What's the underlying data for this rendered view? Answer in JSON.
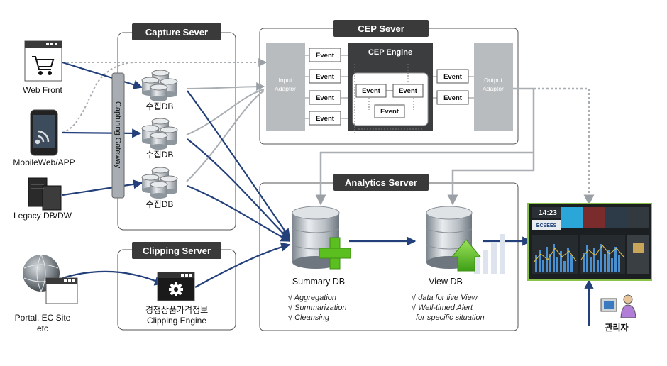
{
  "diagram": {
    "headers": {
      "capture": "Capture Sever",
      "cep": "CEP Sever",
      "cep_engine": "CEP Engine",
      "analytics": "Analytics Server",
      "clipping": "Clipping Server"
    },
    "sources": {
      "web_front": "Web Front",
      "mobile": "MobileWeb/APP",
      "legacy": "Legacy DB/DW",
      "portal_line1": "Portal, EC Site",
      "portal_line2": "etc"
    },
    "capture": {
      "gateway": "Capturing Gateway",
      "db_label": "수집DB"
    },
    "cep": {
      "input_line1": "Input",
      "input_line2": "Adaptor",
      "output_line1": "Output",
      "output_line2": "Adaptor",
      "event": "Event"
    },
    "clipping": {
      "line1": "경쟁상품가격정보",
      "line2": "Clipping Engine"
    },
    "analytics": {
      "summary_title": "Summary DB",
      "summary_items": [
        "√ Aggregation",
        "√ Summarization",
        "√ Cleansing"
      ],
      "view_title": "View DB",
      "view_items": [
        "√ data for live View",
        "√ Well-timed Alert",
        "for  specific situation"
      ]
    },
    "dashboard": {
      "time": "14:23",
      "brand": "ECSEES"
    },
    "admin": "관리자"
  }
}
